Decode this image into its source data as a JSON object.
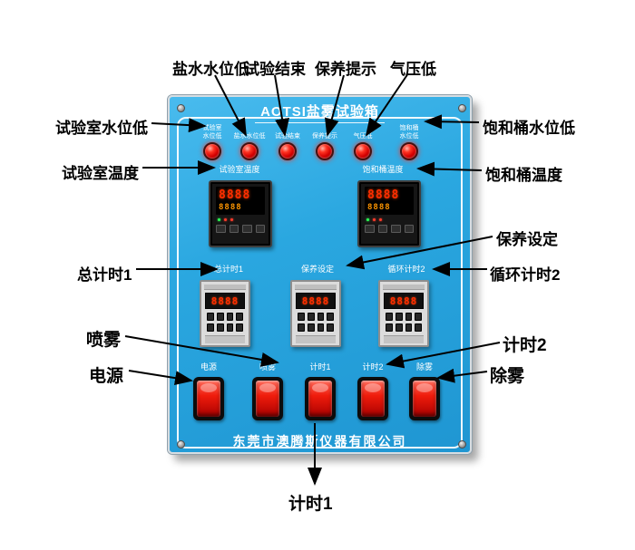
{
  "title": "AOTSI盐雾试验箱",
  "company": "东莞市澳腾斯仪器有限公司",
  "panel": {
    "indicators": [
      {
        "label": "试验室\n水位低"
      },
      {
        "label": "盐水水位低"
      },
      {
        "label": "试验结束"
      },
      {
        "label": "保养提示"
      },
      {
        "label": "气压低"
      },
      {
        "label": "饱和桶\n水位低"
      }
    ],
    "controllers": [
      {
        "label": "试验室温度",
        "pv": "8888",
        "sv": "8888"
      },
      {
        "label": "饱和桶温度",
        "pv": "8888",
        "sv": "8888"
      }
    ],
    "timers": [
      {
        "label": "总计时1",
        "display": "8888"
      },
      {
        "label": "保养设定",
        "display": "8888"
      },
      {
        "label": "循环计时2",
        "display": "8888"
      }
    ],
    "switches": [
      {
        "label": "电源"
      },
      {
        "label": "喷雾"
      },
      {
        "label": "计时1"
      },
      {
        "label": "计时2"
      },
      {
        "label": "除雾"
      }
    ]
  },
  "callouts": {
    "salt_water_low": "盐水水位低",
    "test_end": "试验结束",
    "maintenance_alert": "保养提示",
    "air_pressure_low": "气压低",
    "chamber_water_low": "试验室水位低",
    "chamber_temp": "试验室温度",
    "total_timer1": "总计时1",
    "spray": "喷雾",
    "power": "电源",
    "saturator_water_low": "饱和桶水位低",
    "saturator_temp": "饱和桶温度",
    "maintenance_setting": "保养设定",
    "cycle_timer2": "循环计时2",
    "timer2": "计时2",
    "defog": "除雾",
    "timer1": "计时1"
  },
  "colors": {
    "panel_blue": "#2aa7e0",
    "indicator_red": "#d40000",
    "switch_red": "#ef1c0c"
  }
}
